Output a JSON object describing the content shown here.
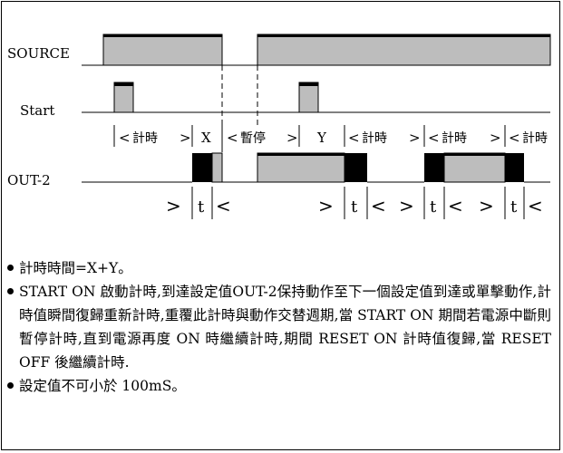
{
  "diagram": {
    "signals": {
      "source": "SOURCE",
      "start": "Start",
      "out": "OUT-2"
    },
    "interval_labels": {
      "count_1": "計時",
      "x": "X",
      "pause": "暫停",
      "y": "Y",
      "count_2": "計時",
      "count_3": "計時",
      "count_4": "計時"
    },
    "t_labels": [
      "t",
      "t",
      "t",
      "t"
    ]
  },
  "notes": [
    "計時時間=X+Y。",
    "START ON 啟動計時,到達設定值OUT-2保持動作至下一個設定值到達或單擊動作,計時值瞬間復歸重新計時,重覆此計時與動作交替週期,當 START ON 期間若電源中斷則暫停計時,直到電源再度 ON 時繼續計時,期間 RESET ON 計時值復歸,當 RESET OFF 後繼續計時.",
    "設定值不可小於 100mS。"
  ],
  "colors": {
    "signal_fill": "#bdbdbd",
    "active_fill": "#000000",
    "line": "#000000"
  }
}
